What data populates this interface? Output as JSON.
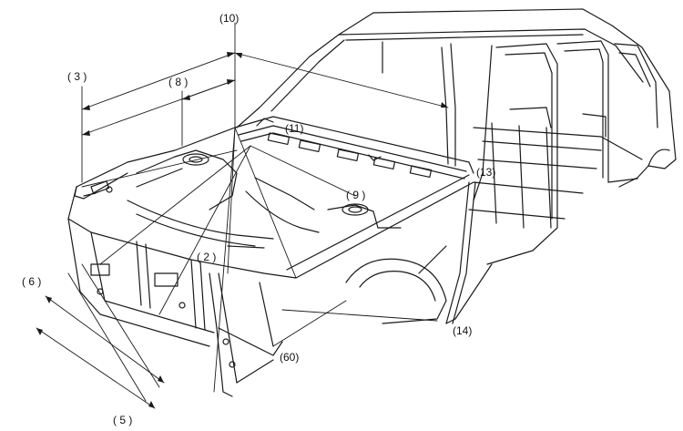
{
  "labels": {
    "l10": "(10)",
    "l3": "( 3 )",
    "l8": "( 8 )",
    "l11": "(11)",
    "l13": "(13)",
    "l9": "( 9 )",
    "l2": "( 2 )",
    "l6": "( 6 )",
    "l14": "(14)",
    "l60": "(60)",
    "l5": "( 5 )"
  }
}
